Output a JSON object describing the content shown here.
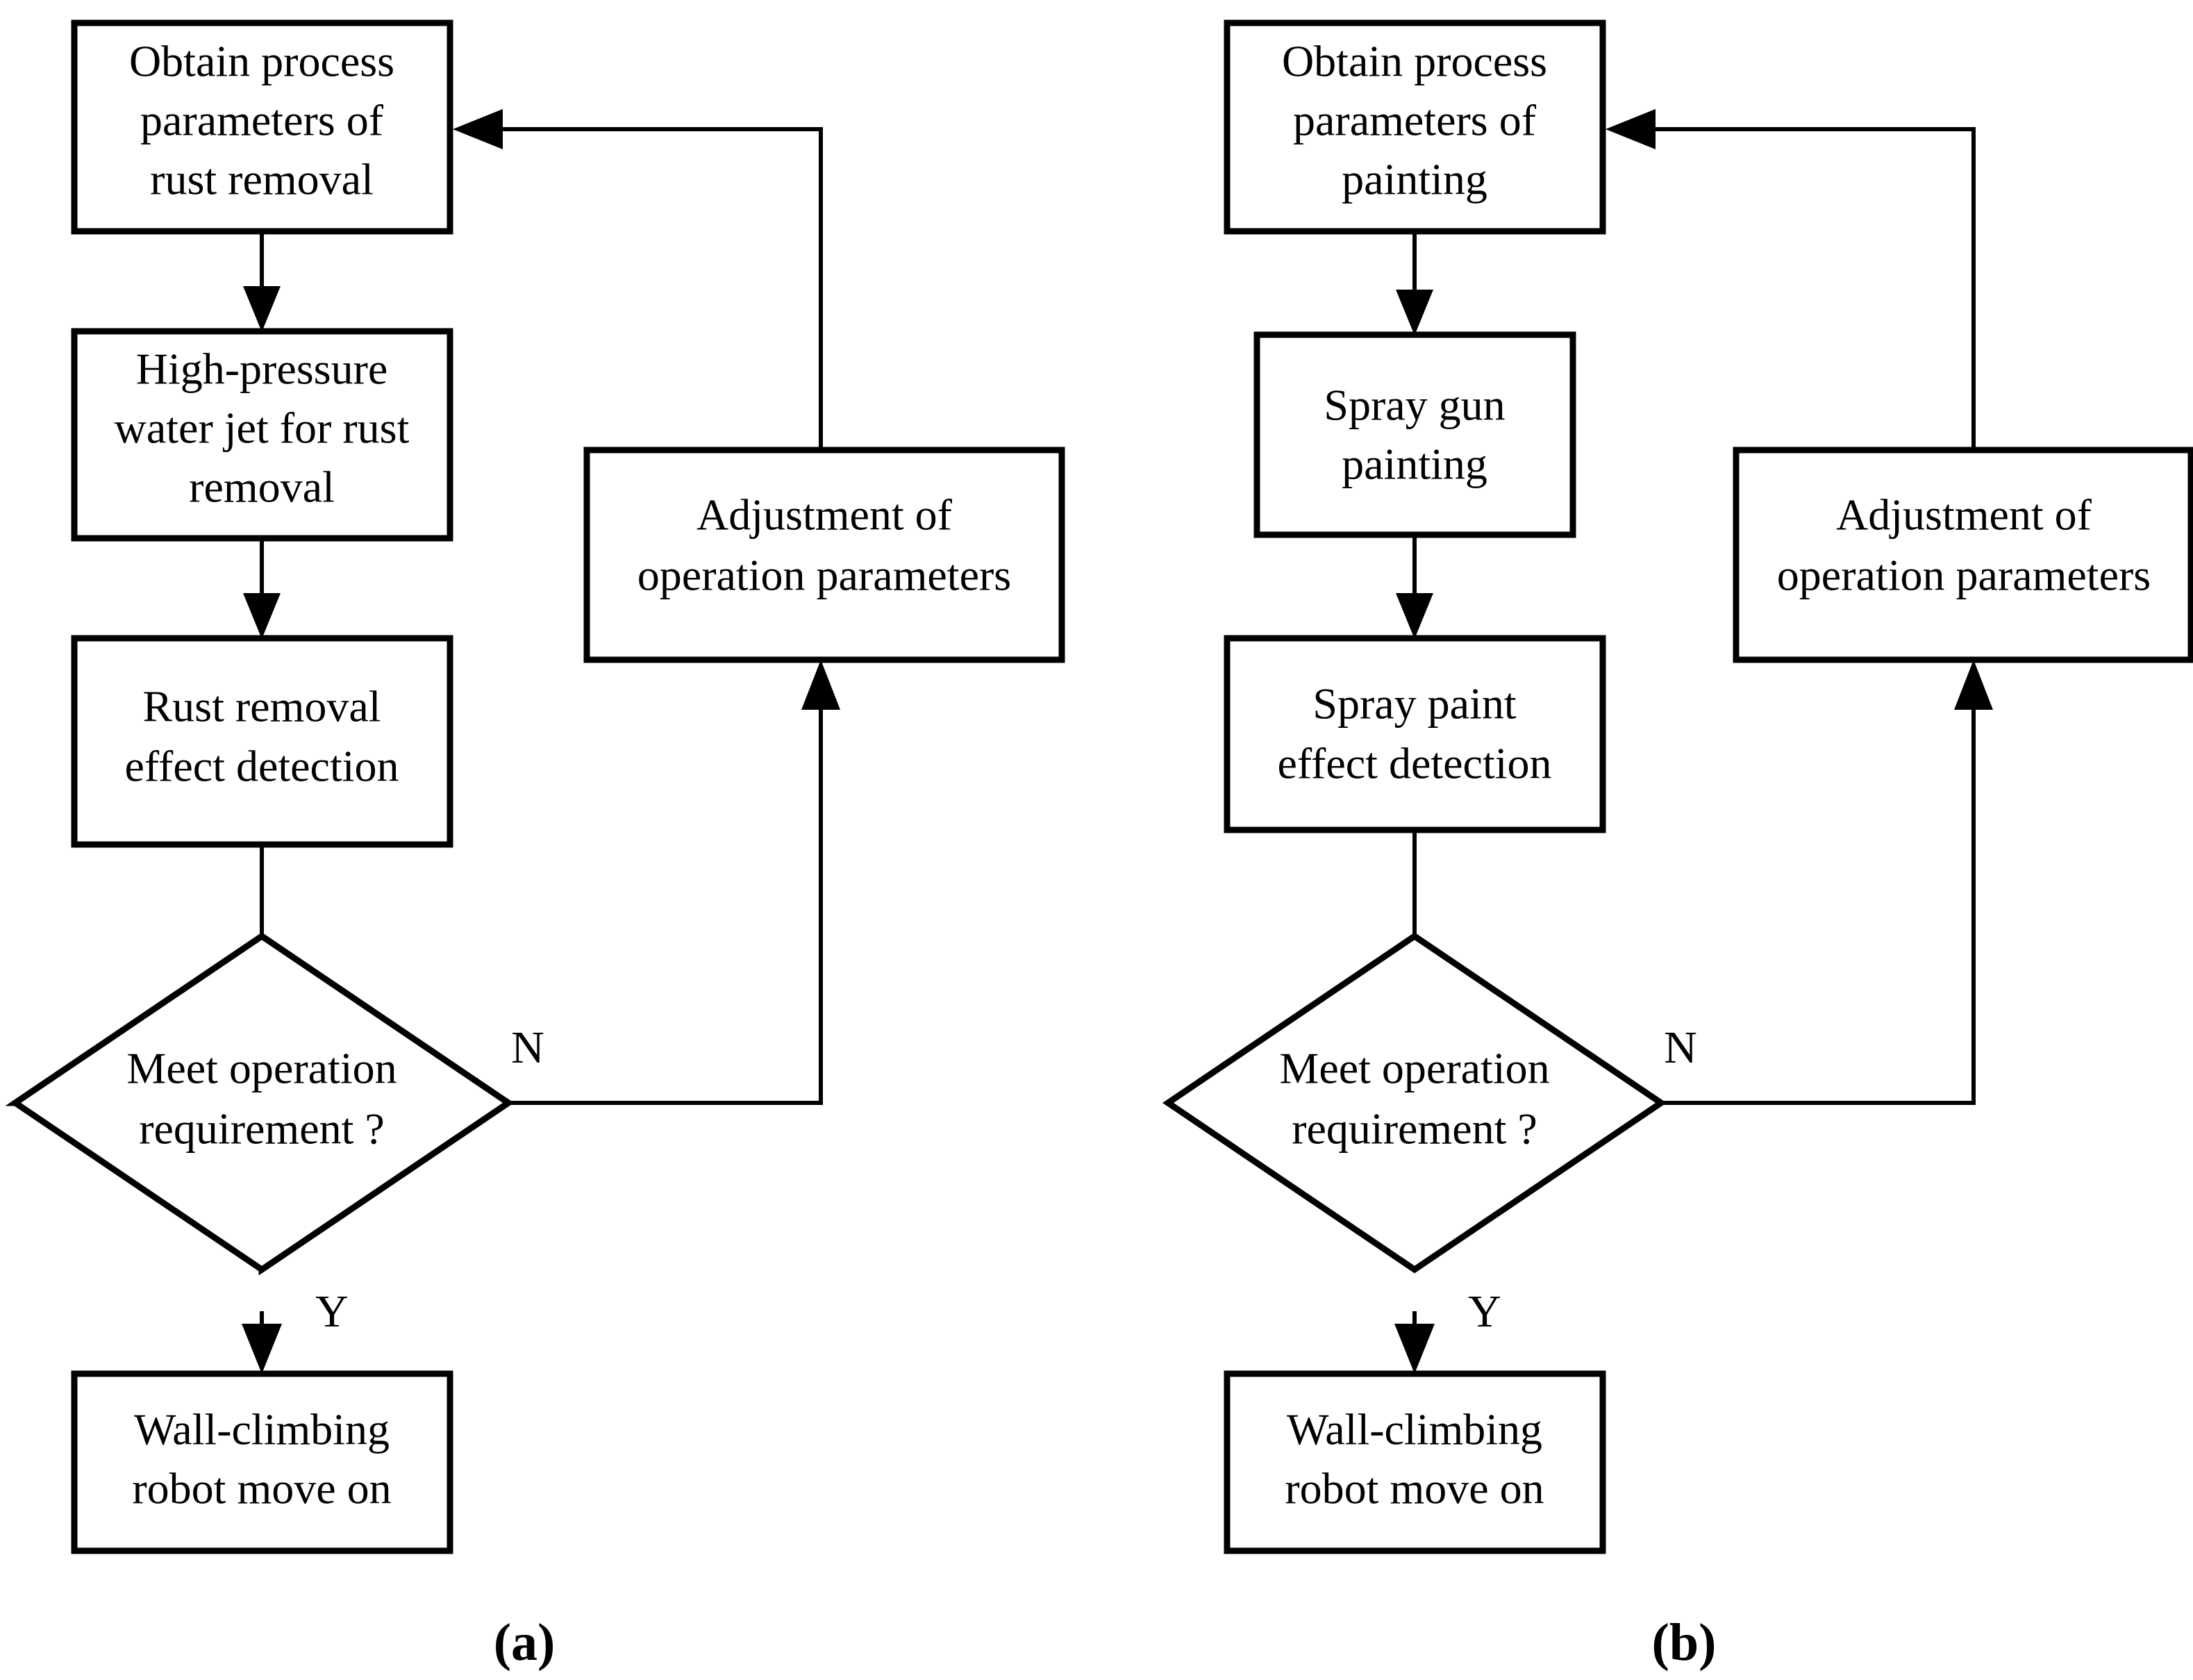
{
  "figure": {
    "type": "flowchart",
    "panels": [
      {
        "id": "panel-a",
        "caption": "(a)",
        "nodes": [
          {
            "id": "a-obtain",
            "shape": "rect",
            "lines": [
              "Obtain  process",
              "parameters of",
              "rust removal"
            ]
          },
          {
            "id": "a-process",
            "shape": "rect",
            "lines": [
              "High-pressure",
              "water jet for rust",
              "removal"
            ]
          },
          {
            "id": "a-detect",
            "shape": "rect",
            "lines": [
              "Rust removal",
              "effect detection"
            ]
          },
          {
            "id": "a-decide",
            "shape": "diamond",
            "lines": [
              "Meet operation",
              "requirement ?"
            ]
          },
          {
            "id": "a-move",
            "shape": "rect",
            "lines": [
              "Wall-climbing",
              "robot move on"
            ]
          },
          {
            "id": "a-adjust",
            "shape": "rect",
            "lines": [
              "Adjustment of",
              "operation parameters"
            ]
          }
        ],
        "edges": [
          {
            "from": "a-obtain",
            "to": "a-process",
            "label": ""
          },
          {
            "from": "a-process",
            "to": "a-detect",
            "label": ""
          },
          {
            "from": "a-detect",
            "to": "a-decide",
            "label": ""
          },
          {
            "from": "a-decide",
            "to": "a-move",
            "label": "Y"
          },
          {
            "from": "a-decide",
            "to": "a-adjust",
            "label": "N"
          },
          {
            "from": "a-adjust",
            "to": "a-obtain",
            "label": ""
          }
        ]
      },
      {
        "id": "panel-b",
        "caption": "(b)",
        "nodes": [
          {
            "id": "b-obtain",
            "shape": "rect",
            "lines": [
              "Obtain  process",
              "parameters of",
              "painting"
            ]
          },
          {
            "id": "b-process",
            "shape": "rect",
            "lines": [
              "Spray gun",
              "painting"
            ]
          },
          {
            "id": "b-detect",
            "shape": "rect",
            "lines": [
              "Spray paint",
              "effect detection"
            ]
          },
          {
            "id": "b-decide",
            "shape": "diamond",
            "lines": [
              "Meet operation",
              "requirement ?"
            ]
          },
          {
            "id": "b-move",
            "shape": "rect",
            "lines": [
              "Wall-climbing",
              "robot move on"
            ]
          },
          {
            "id": "b-adjust",
            "shape": "rect",
            "lines": [
              "Adjustment of",
              "operation parameters"
            ]
          }
        ],
        "edges": [
          {
            "from": "b-obtain",
            "to": "b-process",
            "label": ""
          },
          {
            "from": "b-process",
            "to": "b-detect",
            "label": ""
          },
          {
            "from": "b-detect",
            "to": "b-decide",
            "label": ""
          },
          {
            "from": "b-decide",
            "to": "b-move",
            "label": "Y"
          },
          {
            "from": "b-decide",
            "to": "b-adjust",
            "label": "N"
          },
          {
            "from": "b-adjust",
            "to": "b-obtain",
            "label": ""
          }
        ]
      }
    ],
    "colors": {
      "stroke": "#000000",
      "fill": "#ffffff",
      "text": "#000000"
    }
  },
  "panel_a": {
    "caption": "(a)",
    "obtain": {
      "l1": "Obtain  process",
      "l2": "parameters of",
      "l3": "rust removal"
    },
    "process": {
      "l1": "High-pressure",
      "l2": "water jet for rust",
      "l3": "removal"
    },
    "detect": {
      "l1": "Rust removal",
      "l2": "effect detection"
    },
    "decide": {
      "l1": "Meet operation",
      "l2": "requirement ?"
    },
    "move": {
      "l1": "Wall-climbing",
      "l2": "robot move on"
    },
    "adjust": {
      "l1": "Adjustment of",
      "l2": "operation parameters"
    },
    "branch_yes": "Y",
    "branch_no": "N"
  },
  "panel_b": {
    "caption": "(b)",
    "obtain": {
      "l1": "Obtain  process",
      "l2": "parameters of",
      "l3": "painting"
    },
    "process": {
      "l1": "Spray gun",
      "l2": "painting"
    },
    "detect": {
      "l1": "Spray paint",
      "l2": "effect detection"
    },
    "decide": {
      "l1": "Meet operation",
      "l2": "requirement ?"
    },
    "move": {
      "l1": "Wall-climbing",
      "l2": "robot move on"
    },
    "adjust": {
      "l1": "Adjustment of",
      "l2": "operation parameters"
    },
    "branch_yes": "Y",
    "branch_no": "N"
  }
}
